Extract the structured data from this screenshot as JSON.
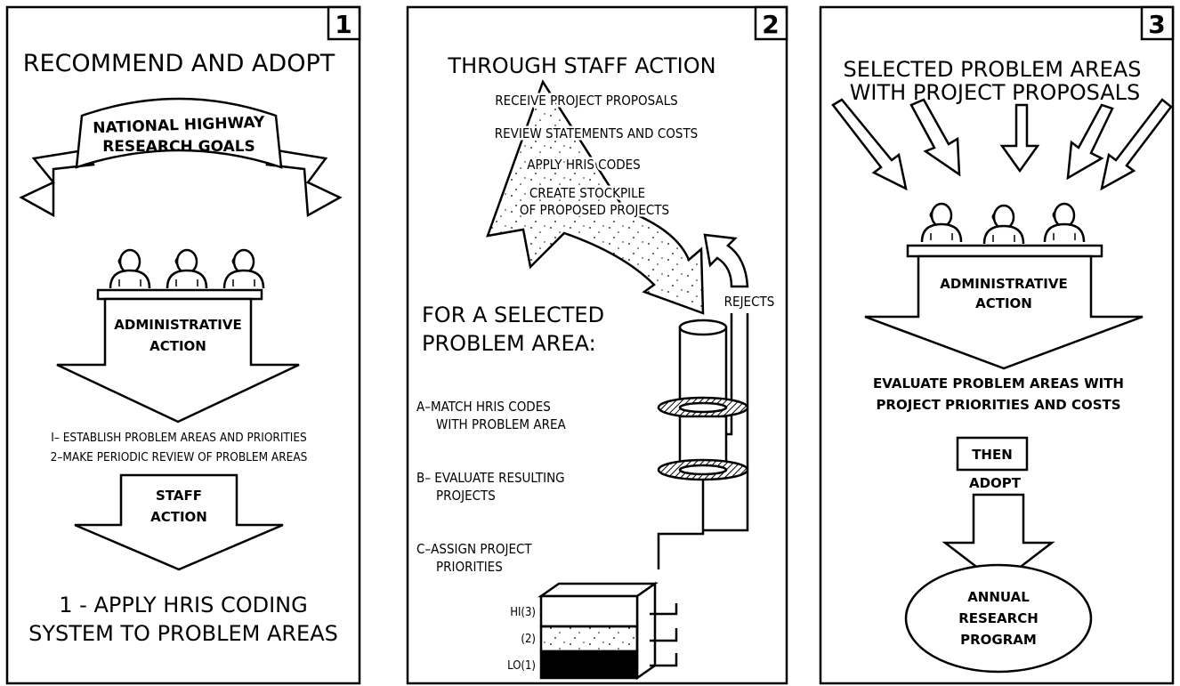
{
  "panel1": {
    "number": "1",
    "heading": "RECOMMEND AND ADOPT",
    "banner_line1": "NATIONAL HIGHWAY",
    "banner_line2": "RESEARCH   GOALS",
    "admin_line1": "ADMINISTRATIVE",
    "admin_line2": "ACTION",
    "item1": "I– ESTABLISH  PROBLEM  AREAS  AND  PRIORITIES",
    "item2": "2–MAKE  PERIODIC  REVIEW  OF  PROBLEM  AREAS",
    "staff_line1": "STAFF",
    "staff_line2": "ACTION",
    "result_line1": "1 - APPLY HRIS CODING",
    "result_line2": "SYSTEM TO PROBLEM AREAS"
  },
  "panel2": {
    "number": "2",
    "heading": "THROUGH STAFF ACTION",
    "step1": "RECEIVE  PROJECT  PROPOSALS",
    "step2": "REVIEW  STATEMENTS  AND  COSTS",
    "step3": "APPLY  HRIS  CODES",
    "step4a": "CREATE  STOCKPILE",
    "step4b": "OF  PROPOSED  PROJECTS",
    "rejects": "REJECTS",
    "selected_line1": "FOR A SELECTED",
    "selected_line2": "PROBLEM AREA:",
    "a_line1": "A–MATCH HRIS CODES",
    "a_line2": "WITH PROBLEM AREA",
    "b_line1": "B– EVALUATE RESULTING",
    "b_line2": "PROJECTS",
    "c_line1": "C–ASSIGN PROJECT",
    "c_line2": "PRIORITIES",
    "hi": "HI(3)",
    "mid": "(2)",
    "lo": "LO(1)"
  },
  "panel3": {
    "number": "3",
    "heading_line1": "SELECTED PROBLEM AREAS",
    "heading_line2": "WITH PROJECT PROPOSALS",
    "admin_line1": "ADMINISTRATIVE",
    "admin_line2": "ACTION",
    "evaluate_line1": "EVALUATE PROBLEM AREAS WITH",
    "evaluate_line2": "PROJECT PRIORITIES AND COSTS",
    "then": "THEN",
    "adopt": "ADOPT",
    "program_line1": "ANNUAL",
    "program_line2": "RESEARCH",
    "program_line3": "PROGRAM"
  }
}
